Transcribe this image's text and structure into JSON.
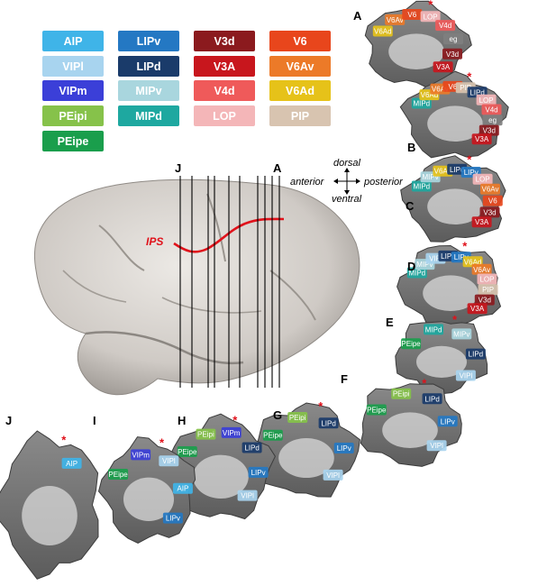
{
  "legend": [
    {
      "label": "AIP",
      "color": "#3fb4e8"
    },
    {
      "label": "LIPv",
      "color": "#2478c3"
    },
    {
      "label": "V3d",
      "color": "#8b1a1e"
    },
    {
      "label": "V6",
      "color": "#e8461c"
    },
    {
      "label": "VIPl",
      "color": "#a8d4ef"
    },
    {
      "label": "LIPd",
      "color": "#1a3b6a"
    },
    {
      "label": "V3A",
      "color": "#c8161d"
    },
    {
      "label": "V6Av",
      "color": "#ec7a28"
    },
    {
      "label": "VIPm",
      "color": "#3b3fd8"
    },
    {
      "label": "MIPv",
      "color": "#a9d6de"
    },
    {
      "label": "V4d",
      "color": "#ef5a5a"
    },
    {
      "label": "V6Ad",
      "color": "#e6c219"
    },
    {
      "label": "PEipi",
      "color": "#86c24a"
    },
    {
      "label": "MIPd",
      "color": "#1ea8a0"
    },
    {
      "label": "LOP",
      "color": "#f4b6b8"
    },
    {
      "label": "PIP",
      "color": "#d8c4b0"
    },
    {
      "label": "PEipe",
      "color": "#1a9e4c"
    }
  ],
  "orientation": {
    "dorsal": "dorsal",
    "ventral": "ventral",
    "anterior": "anterior",
    "posterior": "posterior"
  },
  "brain": {
    "sulcus_label": "IPS",
    "first_section": "J",
    "last_section": "A"
  },
  "panels": [
    "A",
    "B",
    "C",
    "D",
    "E",
    "F",
    "G",
    "H",
    "I",
    "J"
  ],
  "area_labels": {
    "A": [
      "V6Ad",
      "V6Av",
      "V6",
      "LOP",
      "V4d",
      "eg",
      "V3d",
      "V3A"
    ],
    "B": [
      "MIPd",
      "V6Ad",
      "V6Av",
      "V6",
      "PIP",
      "LIPd",
      "LOP",
      "V4d",
      "eg",
      "V3d",
      "V3A"
    ],
    "C": [
      "MIPd",
      "MIPv",
      "V6Ad",
      "LIPd",
      "LIPv",
      "LOP",
      "V6Av",
      "V6",
      "V3d",
      "V3A"
    ],
    "D": [
      "MIPd",
      "MIPv",
      "VIPl",
      "LIPd",
      "LIPv",
      "V6Ad",
      "V6Av",
      "LOP",
      "PIP",
      "V3d",
      "V3A"
    ],
    "E": [
      "PEipe",
      "MIPd",
      "MIPv",
      "LIPd",
      "VIPl"
    ],
    "F": [
      "PEipe",
      "PEipi",
      "LIPd",
      "LIPv",
      "VIPl"
    ],
    "G": [
      "PEipe",
      "PEipi",
      "LIPd",
      "LIPv",
      "VIPl"
    ],
    "H": [
      "PEipe",
      "PEipi",
      "VIPm",
      "LIPd",
      "LIPv",
      "VIPl"
    ],
    "I": [
      "PEipe",
      "VIPm",
      "VIPl",
      "AIP",
      "LIPv"
    ],
    "J": [
      "AIP"
    ]
  }
}
